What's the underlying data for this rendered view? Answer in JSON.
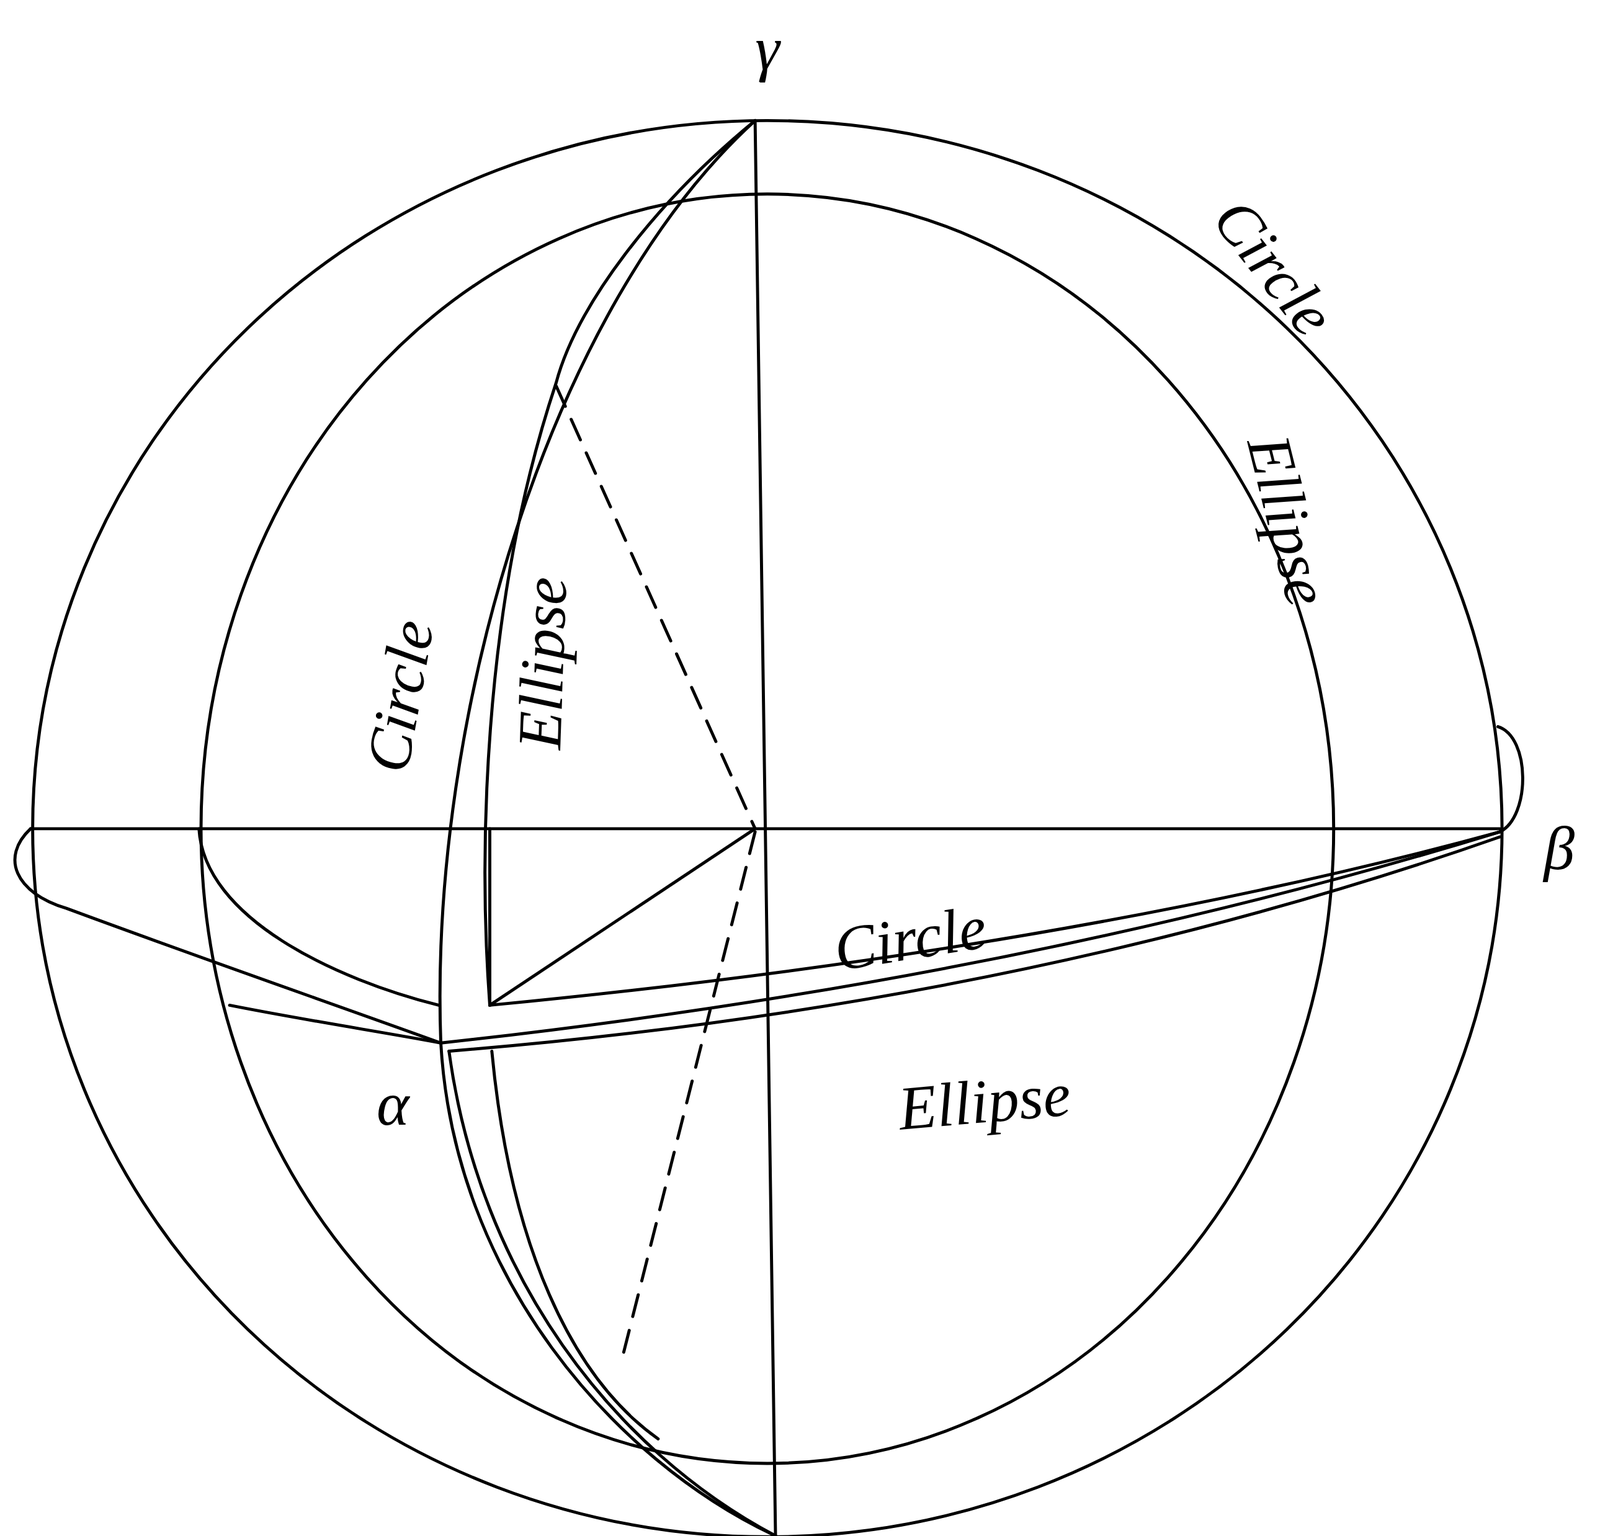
{
  "diagram": {
    "labels": [
      "γ",
      "Circle",
      "Ellipse",
      "Circle",
      "Ellipse",
      "Circle",
      "β",
      "α",
      "Ellipse"
    ]
  }
}
